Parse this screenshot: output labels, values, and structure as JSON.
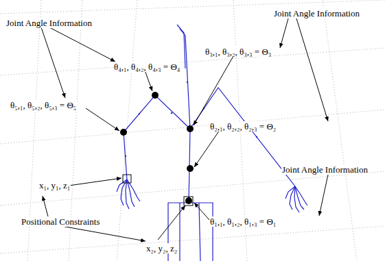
{
  "diagram": {
    "labels": [
      "Joint Angle Information",
      "Joint Angle Information",
      "θ₄,₁, θ₄,₂, θ₄,₃ = Θ₄",
      "θ₃,₁, θ₃,₂, θ₃,₃ = Θ₃",
      "θ₅,₁, θ₅,₂, θ₅,₃ = Θ₅",
      "θ₂,₁, θ₂,₂, θ₂,₃ = Θ₂",
      "Joint Angle Information",
      "x₁, y₁, z₁",
      "θ₁,₁, θ₁,₂, θ₁,₃ = Θ₁",
      "Positional Constraints",
      "x₂, y₂, z₂"
    ]
  }
}
